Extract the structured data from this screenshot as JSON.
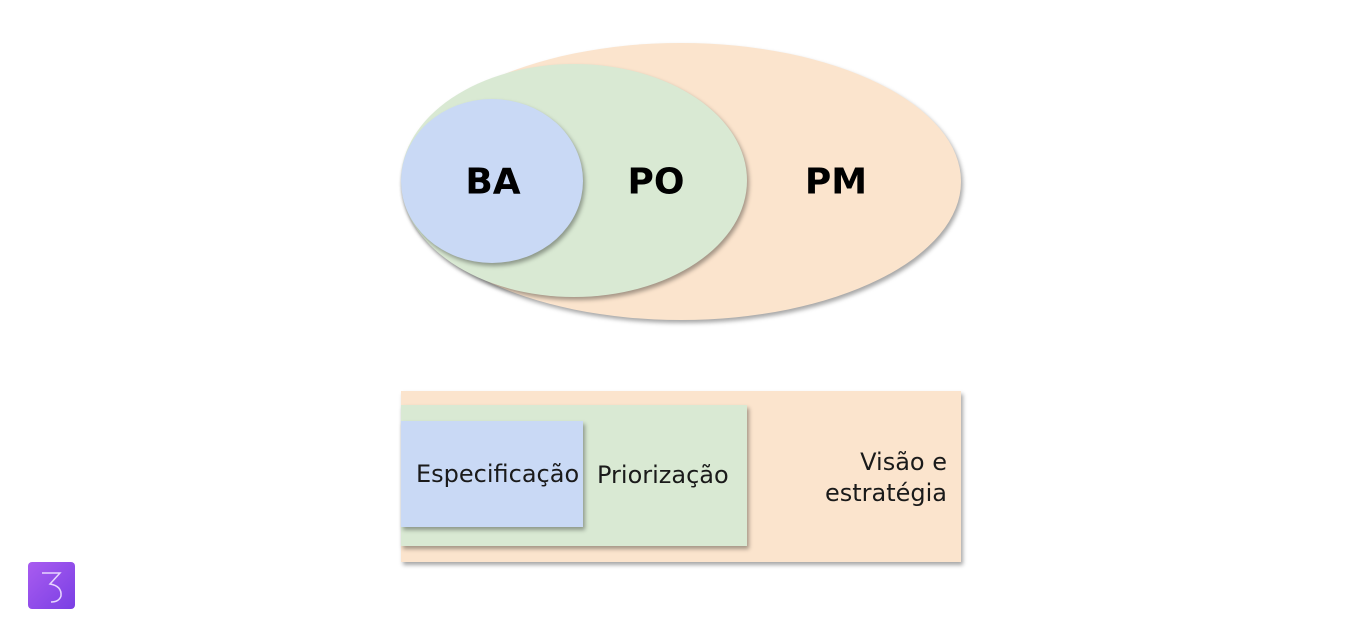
{
  "colors": {
    "pm": "#fbe4cd",
    "po": "#d9e9d3",
    "ba": "#c9d9f5"
  },
  "diagram": {
    "ellipses": {
      "pm_label": "PM",
      "po_label": "PO",
      "ba_label": "BA"
    },
    "boxes": {
      "pm_text": "Visão e estratégia",
      "pm_line1": "Visão e",
      "pm_line2": "estratégia",
      "po_text": "Priorização",
      "ba_text": "Especificação"
    }
  },
  "logo": {
    "icon": "brand-logo-icon"
  }
}
